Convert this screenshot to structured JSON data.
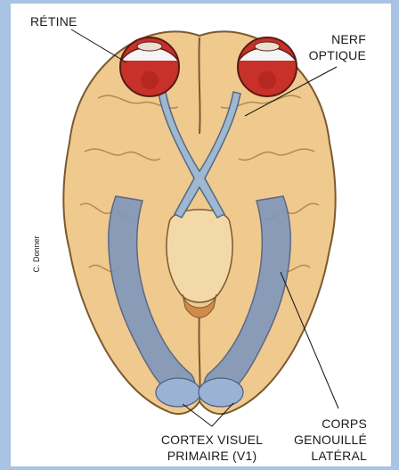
{
  "labels": {
    "retina": "RÉTINE",
    "optic_nerve_line1": "NERF",
    "optic_nerve_line2": "OPTIQUE",
    "visual_cortex_line1": "CORTEX VISUEL",
    "visual_cortex_line2": "PRIMAIRE (V1)",
    "lgn_line1": "CORPS",
    "lgn_line2": "GENOUILLÉ",
    "lgn_line3": "LATÉRAL"
  },
  "credit": "C. Donner",
  "colors": {
    "background": "#a9c3e4",
    "brain": "#f0c98e",
    "eye": "#c8302a",
    "nerve": "#9fb7cf",
    "cortex": "#7f97bd"
  }
}
